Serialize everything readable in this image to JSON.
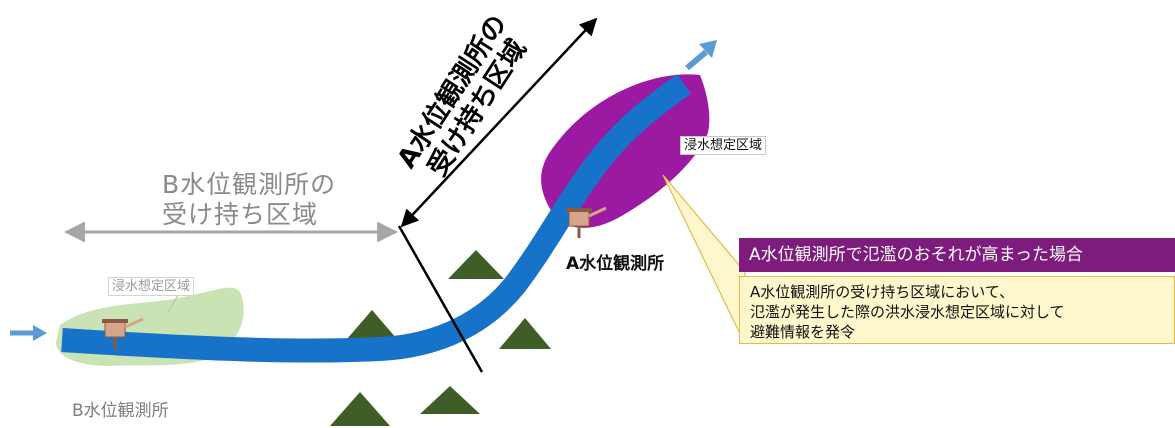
{
  "flood_area_label": "浸水想定区域",
  "station_a": {
    "name": "A水位観測所"
  },
  "station_b": {
    "name": "B水位観測所"
  },
  "zone_a": {
    "line1": "A水位観測所の",
    "line2": "受け持ち区域"
  },
  "zone_b": {
    "line1": "B水位観測所の",
    "line2": "受け持ち区域"
  },
  "callout": {
    "heading": "A水位観測所で氾濫のおそれが高まった場合",
    "body_lines": [
      "A水位観測所の受け持ち区域において、",
      "氾濫が発生した際の洪水浸水想定区域に対して",
      "避難情報を発令"
    ]
  },
  "colors": {
    "river": "#1673c9",
    "flood_area_a": "#9b1aa1",
    "flood_area_b": "#c9e3b4",
    "mountain": "#3e5d27",
    "callout_heading_bg": "#7d1c7d",
    "callout_body_bg": "#fff7cc",
    "flow_arrow": "#5b9bd5"
  },
  "icons": [
    "observation-station-icon",
    "flow-arrow-icon",
    "mountain-icon"
  ]
}
